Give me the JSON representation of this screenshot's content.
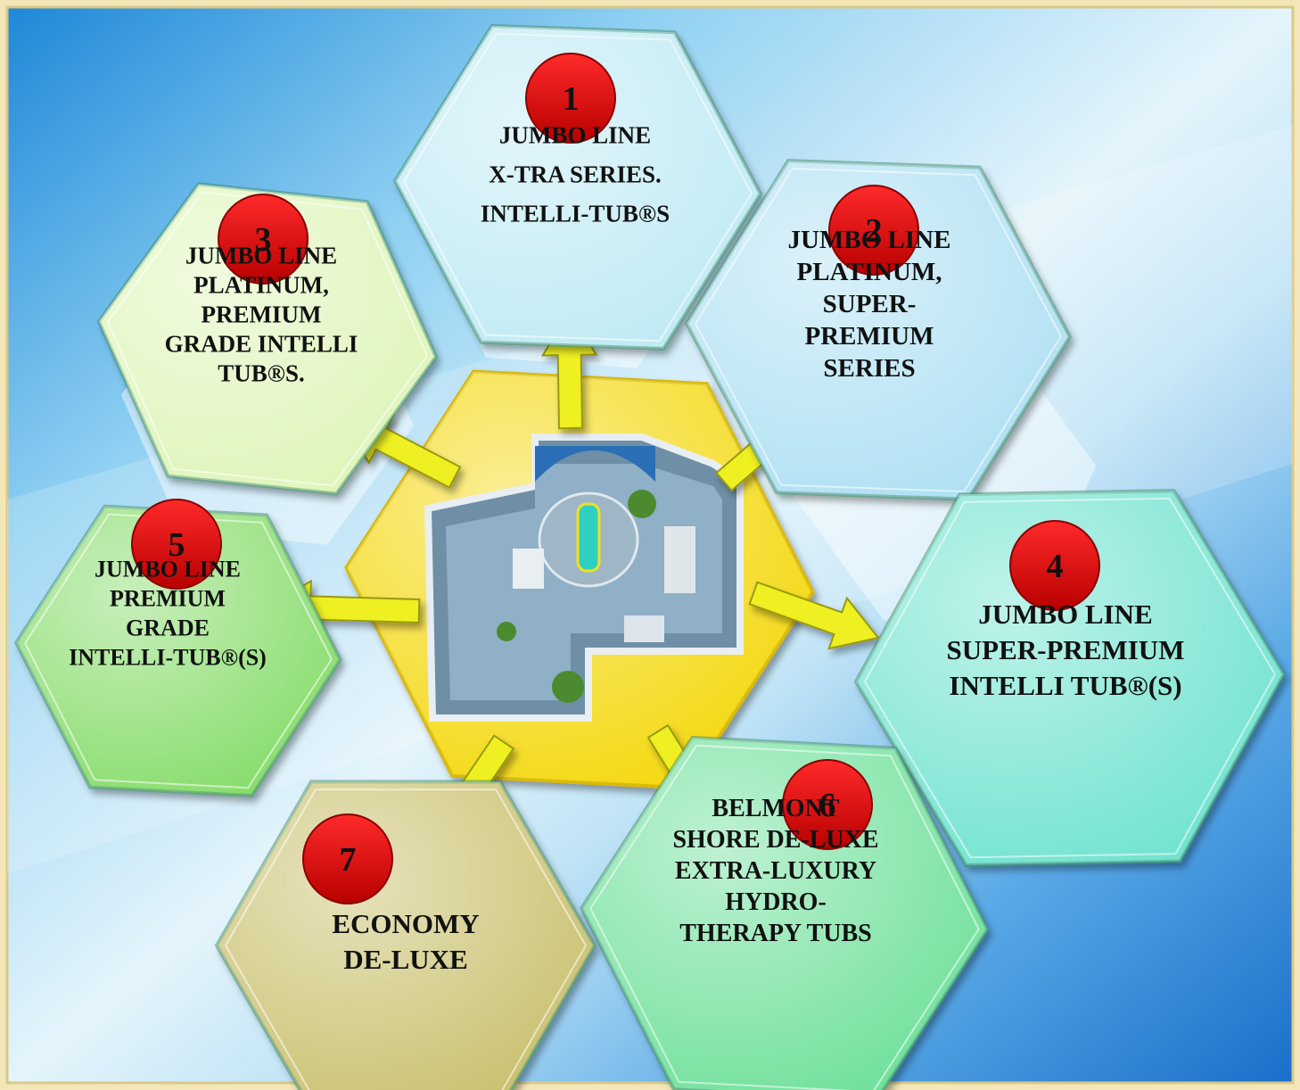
{
  "colors": {
    "frame": "#f3e7b8",
    "sky_top": "#dff1fb",
    "sky_mid": "#7cc3ee",
    "sky_bottom": "#1f7fd0",
    "center_hex": "#f4d80f",
    "arrow": "#eef022",
    "badge": "#e00000"
  },
  "center": {
    "image": "bathroom-floorplan-illustration"
  },
  "hexagons": [
    {
      "number": "1",
      "lines": [
        "JUMBO LINE",
        "X-TRA SERIES.",
        "INTELLI-TUB®S"
      ],
      "color": "#bfeaf4"
    },
    {
      "number": "2",
      "lines": [
        "JUMBO LINE",
        "PLATINUM,",
        "SUPER-",
        "PREMIUM",
        "SERIES"
      ],
      "color": "#aee0f3"
    },
    {
      "number": "3",
      "lines": [
        "JUMBO LINE",
        "PLATINUM,",
        "PREMIUM",
        "GRADE INTELLI",
        "TUB®S."
      ],
      "color": "#def5b8"
    },
    {
      "number": "4",
      "lines": [
        "JUMBO LINE",
        "SUPER-PREMIUM",
        "INTELLI TUB®(S)"
      ],
      "color": "#6fe3cf"
    },
    {
      "number": "5",
      "lines": [
        "JUMBO LINE",
        "PREMIUM",
        "GRADE",
        "INTELLI-TUB®(S)"
      ],
      "color": "#86dc6a"
    },
    {
      "number": "6",
      "lines": [
        "BELMONT",
        "SHORE DE-LUXE",
        "EXTRA-LUXURY",
        "HYDRO-",
        "THERAPY TUBS"
      ],
      "color": "#6ee09a"
    },
    {
      "number": "7",
      "lines": [
        "ECONOMY",
        "DE-LUXE"
      ],
      "color": "#c9c06d"
    }
  ]
}
